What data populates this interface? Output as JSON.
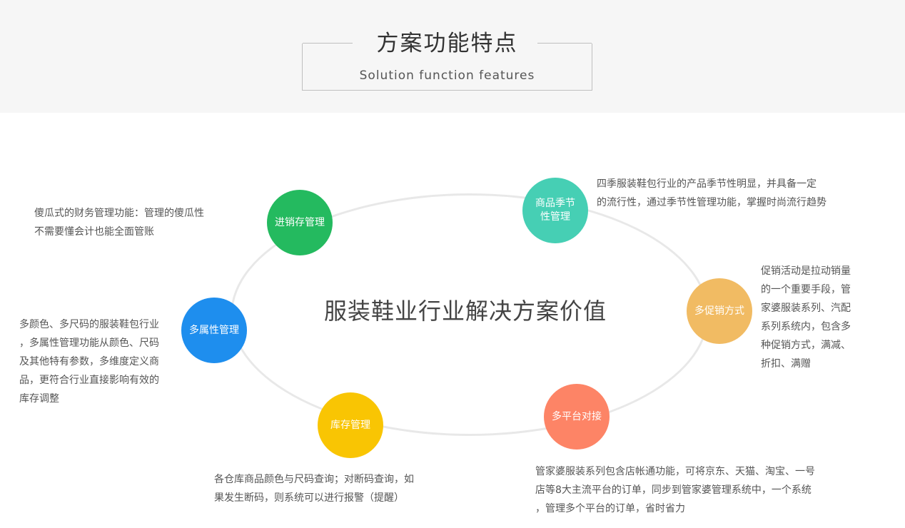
{
  "header": {
    "title": "方案功能特点",
    "subtitle": "Solution function features"
  },
  "center_label": "服装鞋业行业解决方案价值",
  "nodes": [
    {
      "key": "jxc",
      "label": "进销存管理",
      "color": "#24ba5f",
      "desc": "傻瓜式的财务管理功能：管理的傻瓜性\n不需要懂会计也能全面管账"
    },
    {
      "key": "season",
      "label": "商品季节\n性管理",
      "color": "#46cfb4",
      "desc": "四季服装鞋包行业的产品季节性明显，并具备一定\n的流行性，通过季节性管理功能，掌握时尚流行趋势"
    },
    {
      "key": "promo",
      "label": "多促销方式",
      "color": "#f1bb63",
      "desc": "促销活动是拉动销量\n的一个重要手段，管\n家婆服装系列、汽配\n系列系统内，包含多\n种促销方式，满减、\n折扣、满赠"
    },
    {
      "key": "platform",
      "label": "多平台对接",
      "color": "#fd8466",
      "desc": "管家婆服装系列包含店帐通功能，可将京东、天猫、淘宝、一号\n店等8大主流平台的订单，同步到管家婆管理系统中，一个系统\n，管理多个平台的订单，省时省力"
    },
    {
      "key": "stock",
      "label": "库存管理",
      "color": "#f9c503",
      "desc": "各仓库商品颜色与尺码查询；对断码查询，如\n果发生断码，则系统可以进行报警（提醒）"
    },
    {
      "key": "attr",
      "label": "多属性管理",
      "color": "#1e8eee",
      "desc": "多颜色、多尺码的服装鞋包行业\n，多属性管理功能从颜色、尺码\n及其他特有参数，多维度定义商\n品，更符合行业直接影响有效的\n库存调整"
    }
  ]
}
